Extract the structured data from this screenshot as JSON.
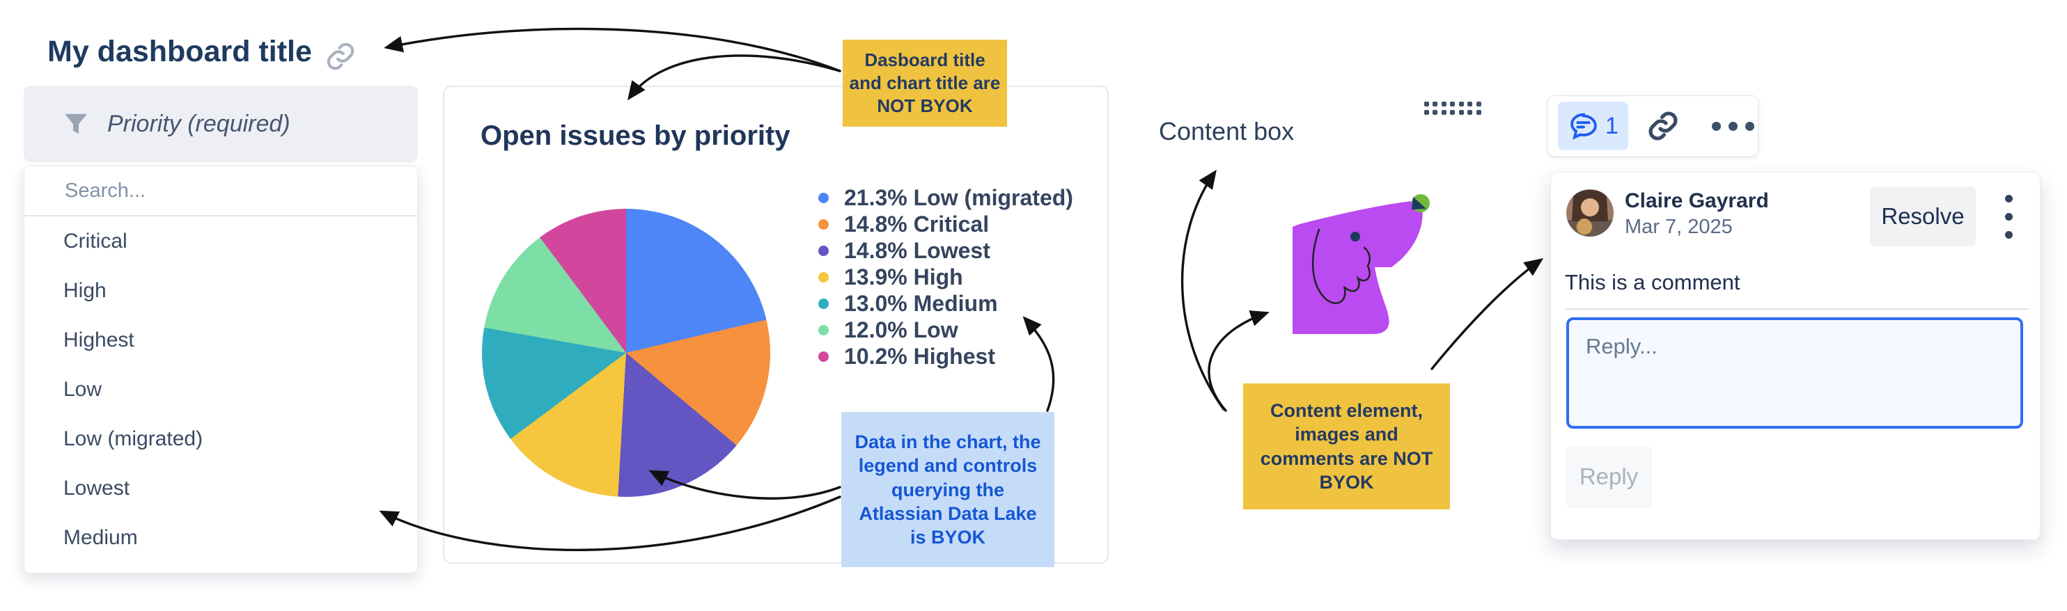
{
  "page": {
    "title": "My dashboard title"
  },
  "filter": {
    "label": "Priority (required)",
    "search_placeholder": "Search...",
    "options": [
      "Critical",
      "High",
      "Highest",
      "Low",
      "Low (migrated)",
      "Lowest",
      "Medium"
    ]
  },
  "chart_data": {
    "type": "pie",
    "title": "Open issues by priority",
    "categories": [
      "Low (migrated)",
      "Critical",
      "Lowest",
      "High",
      "Medium",
      "Low",
      "Highest"
    ],
    "values": [
      21.3,
      14.8,
      14.8,
      13.9,
      13.0,
      12.0,
      10.2
    ],
    "unit": "%",
    "colors": [
      "#4e86f7",
      "#f6913d",
      "#6355c2",
      "#f5c63e",
      "#2fadbe",
      "#7ddfa6",
      "#d2479d"
    ],
    "legend_position": "right",
    "legend_format": "{value}% {category}"
  },
  "annotations": {
    "note_top": "Dasboard title and chart title are NOT BYOK",
    "note_data": "Data in the chart, the legend and controls querying the Atlassian Data Lake is BYOK",
    "note_bottom": "Content element, images and comments are NOT BYOK",
    "content_box_label": "Content box"
  },
  "comment_thread": {
    "toolbar": {
      "comment_count": "1"
    },
    "author": "Claire Gayrard",
    "date": "Mar 7, 2025",
    "resolve_label": "Resolve",
    "comment_text": "This is a comment",
    "reply_placeholder": "Reply...",
    "reply_button": "Reply"
  },
  "colors": {
    "accent_blue": "#2f6df6",
    "note_yellow": "#efc33f",
    "note_blue_bg": "#c5dcf9",
    "note_blue_text": "#1556d4",
    "heading_navy": "#1e3a5f"
  }
}
